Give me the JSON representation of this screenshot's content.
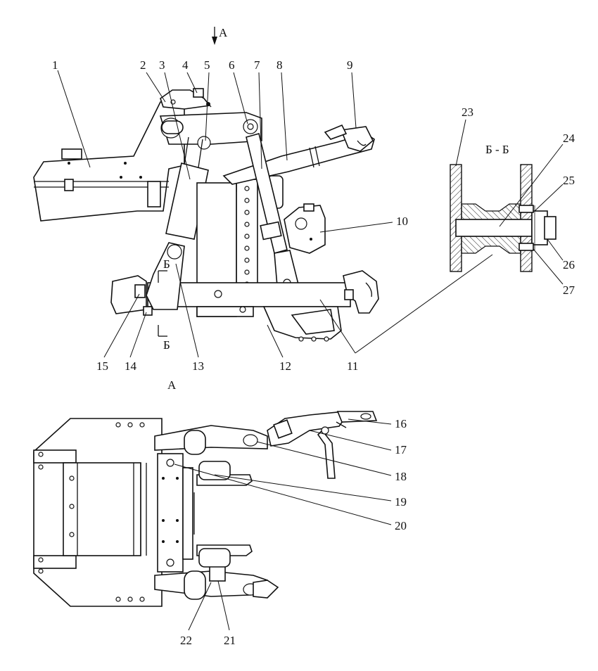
{
  "view_labels": {
    "view_a_arrow": "А",
    "view_a_title": "А",
    "section_title": "Б - Б",
    "section_mark_top": "Б",
    "section_mark_bottom": "Б"
  },
  "callouts": [
    "1",
    "2",
    "3",
    "4",
    "5",
    "6",
    "7",
    "8",
    "9",
    "10",
    "11",
    "12",
    "13",
    "14",
    "15",
    "16",
    "17",
    "18",
    "19",
    "20",
    "21",
    "22",
    "23",
    "24",
    "25",
    "26",
    "27"
  ]
}
